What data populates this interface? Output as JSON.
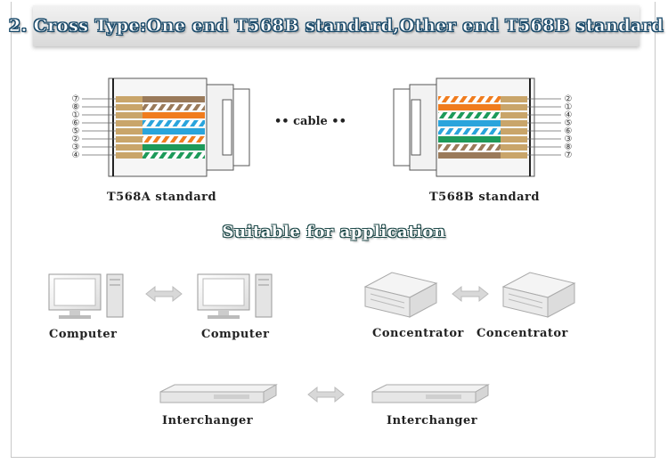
{
  "header": {
    "title": "2. Cross Type:One end T568B standard,Other end T568B standard"
  },
  "wiring": {
    "left_label": "T568A standard",
    "right_label": "T568B standard",
    "cable_label": "•• cable    ••",
    "left_pins": [
      "⑦",
      "⑧",
      "①",
      "⑥",
      "⑤",
      "②",
      "③",
      "④"
    ],
    "right_pins": [
      "②",
      "①",
      "④",
      "⑤",
      "⑥",
      "③",
      "⑧",
      "⑦"
    ]
  },
  "application": {
    "title": "Suitable for application",
    "computer_left": "Computer",
    "computer_right": "Computer",
    "concentrator_left": "Concentrator",
    "concentrator_right": "Concentrator",
    "interchanger_left": "Interchanger",
    "interchanger_right": "Interchanger"
  },
  "colors": {
    "orange": "#f07c1e",
    "green": "#1d9a5a",
    "blue": "#2aa4dc",
    "brown": "#9a7a5a",
    "tan": "#c9a56a"
  }
}
